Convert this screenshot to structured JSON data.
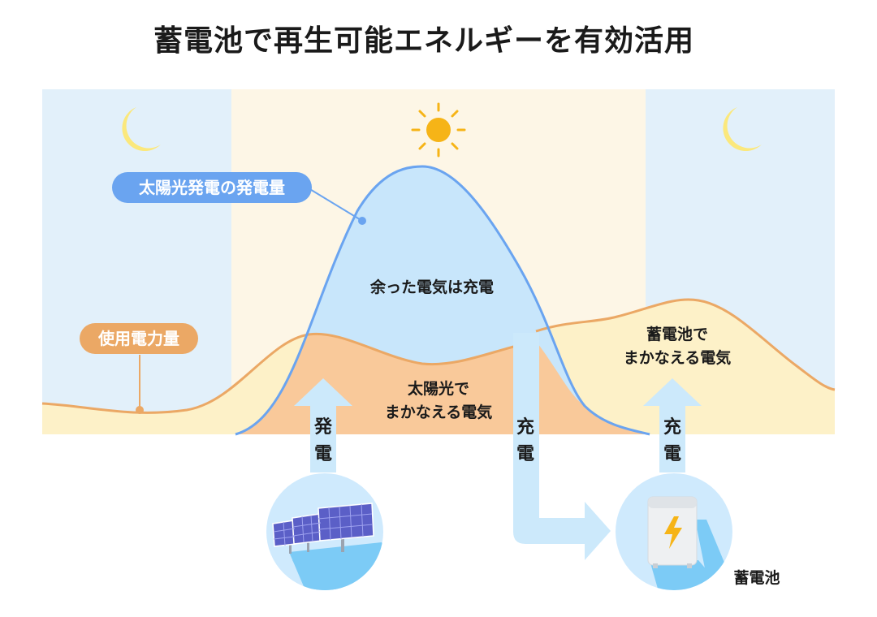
{
  "title": "蓄電池で再生可能エネルギーを有効活用",
  "labels": {
    "solar_generation_amount": "太陽光発電の発電量",
    "power_usage_amount": "使用電力量",
    "surplus_charged": "余った電気は充電",
    "solar_covered_line1": "太陽光で",
    "solar_covered_line2": "まかなえる電気",
    "battery_covered_line1": "蓄電池で",
    "battery_covered_line2": "まかなえる電気",
    "battery": "蓄電池"
  },
  "arrows": {
    "generation": [
      "発",
      "電"
    ],
    "charge": [
      "充",
      "電"
    ],
    "discharge": [
      "充",
      "電"
    ]
  },
  "icons": {
    "moon_left": "crescent-moon-icon",
    "sun": "sun-icon",
    "moon_right": "crescent-moon-icon",
    "solar_panels": "solar-panel-icon",
    "battery": "battery-icon"
  },
  "colors": {
    "night_bg": "#e2f0fa",
    "day_bg": "#fdf6e6",
    "usage_fill": "#fdf1c8",
    "usage_line": "#eba865",
    "solar_fill": "#c8e6fb",
    "solar_line": "#6aa4f0",
    "overlap_fill": "#f9c99a",
    "arrow_fill": "#cce9fb",
    "pill_blue": "#6aa4f0",
    "pill_orange": "#eba865",
    "moon": "#fbe87c",
    "sun": "#f6b417"
  }
}
